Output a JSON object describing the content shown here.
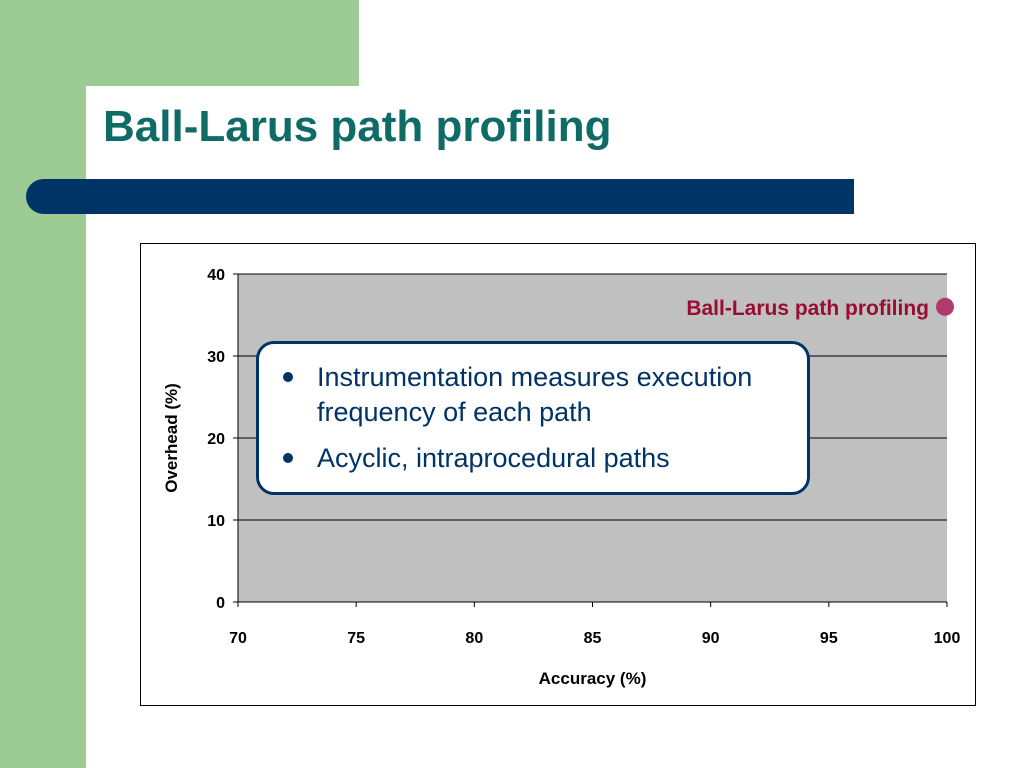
{
  "slide": {
    "title": "Ball-Larus path profiling"
  },
  "callout": {
    "bullets": [
      "Instrumentation measures execution frequency of each path",
      "Acyclic, intraprocedural paths"
    ]
  },
  "colors": {
    "accent_green": "#9ccc94",
    "title_teal": "#0e6b66",
    "navy": "#003366",
    "plot_area": "#c0c0c0",
    "point_magenta": "#b03a6c",
    "point_label": "#9a0d33"
  },
  "chart_data": {
    "type": "scatter",
    "xlabel": "Accuracy (%)",
    "ylabel": "Overhead (%)",
    "xlim": [
      70,
      100
    ],
    "ylim": [
      0,
      40
    ],
    "x_ticks": [
      70,
      75,
      80,
      85,
      90,
      95,
      100
    ],
    "y_ticks": [
      0,
      10,
      20,
      30,
      40
    ],
    "grid": true,
    "points": [
      {
        "x": 100,
        "y": 36,
        "label": "Ball-Larus path profiling"
      }
    ]
  }
}
